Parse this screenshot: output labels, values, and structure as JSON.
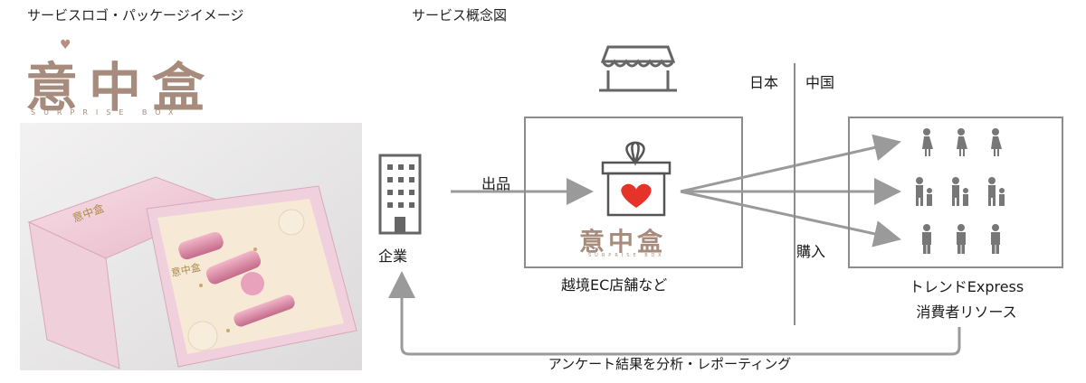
{
  "captions": {
    "left": "サービスロゴ・パッケージイメージ",
    "right": "サービス概念図"
  },
  "logo": {
    "chars": "意中盒",
    "subtitle": "SURPRISE BOX"
  },
  "diagram": {
    "company": "企業",
    "listing": "出品",
    "store": "越境EC店舗など",
    "japan": "日本",
    "china": "中国",
    "purchase": "購入",
    "trend_line1": "トレンドExpress",
    "trend_line2": "消費者リソース",
    "survey": "アンケート結果を分析・レポーティング"
  },
  "colors": {
    "line": "#8c8c8c",
    "arrow": "#9a9a9a",
    "heart": "#e5332a",
    "brand": "#a78b7d"
  }
}
